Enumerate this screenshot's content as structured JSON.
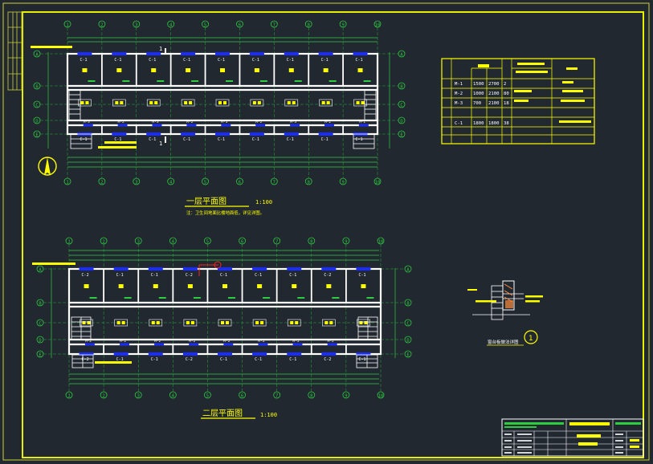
{
  "colors": {
    "background": "#212830",
    "frame": "#e6f000",
    "wall": "#ffffff",
    "grid_line": "#2ecc40",
    "window": "#1a2cff",
    "annotation": "#ffff00",
    "section_mark": "#ff2020"
  },
  "plans": {
    "first_floor": {
      "title": "一层平面图",
      "scale": "1:100",
      "note": "注：卫生间地面比楼地面低，详见详图。",
      "column_axes": [
        "1",
        "2",
        "3",
        "4",
        "5",
        "6",
        "7",
        "8",
        "9",
        "10"
      ],
      "row_axes": [
        "A",
        "B",
        "C",
        "D",
        "E"
      ],
      "window_tags": [
        "C-1",
        "C-1",
        "C-1",
        "C-1",
        "C-1",
        "C-1",
        "C-1",
        "C-1",
        "C-1"
      ],
      "door_tags": [
        "M-3",
        "M-2",
        "M-3",
        "M-2",
        "M-3",
        "M-2",
        "M-3",
        "M-2",
        "M-1"
      ],
      "section_marks": [
        "1",
        "1"
      ]
    },
    "second_floor": {
      "title": "二层平面图",
      "scale": "1:100",
      "column_axes": [
        "1",
        "2",
        "3",
        "4",
        "5",
        "6",
        "7",
        "8",
        "9",
        "10"
      ],
      "row_axes": [
        "A",
        "B",
        "C",
        "D",
        "E"
      ],
      "window_tags": [
        "C-2",
        "C-1",
        "C-1",
        "C-2",
        "C-1",
        "C-1",
        "C-1",
        "C-2",
        "C-1"
      ],
      "door_tags": [
        "M-2",
        "M-2",
        "M-2",
        "M-2",
        "M-2",
        "M-2",
        "M-2",
        "M-2"
      ]
    }
  },
  "schedule": {
    "rows": [
      {
        "code": "M-1",
        "width": "1500",
        "height": "2700",
        "count": "2"
      },
      {
        "code": "M-2",
        "width": "1000",
        "height": "2100",
        "count": "80"
      },
      {
        "code": "M-3",
        "width": "700",
        "height": "2100",
        "count": "18"
      },
      {
        "code": "C-1",
        "width": "1800",
        "height": "1800",
        "count": "38"
      }
    ]
  },
  "detail": {
    "callout": "1",
    "title": "窗台板做法详图"
  }
}
